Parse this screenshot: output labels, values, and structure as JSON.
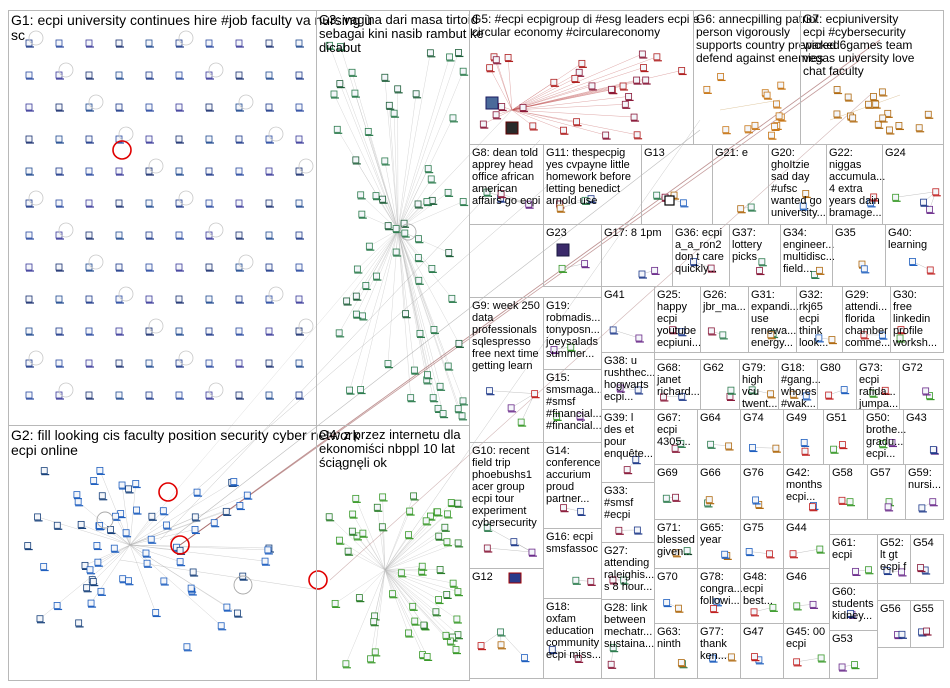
{
  "groups": [
    {
      "id": "G1",
      "lines": [
        "G1: ecpi university continues hire #job faculty va nursing ù",
        "sc"
      ]
    },
    {
      "id": "G2",
      "lines": [
        "G2: fill looking cis faculty position security cyber network",
        "ecpi online"
      ]
    },
    {
      "id": "G3",
      "lines": [
        "G3: vagina dari masa tirtoid",
        "sebagai kini nasib rambut ke",
        "dicabut"
      ]
    },
    {
      "id": "G4",
      "lines": [
        "G4: z przez internetu dla",
        "ekonomiści nbppl 10 lat",
        "ściągnęli ok"
      ]
    },
    {
      "id": "G5",
      "lines": [
        "G5: #ecpi ecpigroup di #esg leaders ecpi e",
        "circular economy #circulareconomy"
      ]
    },
    {
      "id": "G6",
      "lines": [
        "G6: annecpilling patriot",
        "person vigorously",
        "supports country prepared",
        "defend against enemies"
      ]
    },
    {
      "id": "G7",
      "lines": [
        "G7: ecpiuniversity",
        "ecpi #cybersecurity",
        "wicked6games team",
        "vegas university love",
        "chat faculty"
      ]
    },
    {
      "id": "G8",
      "lines": [
        "G8: dean told",
        "apprey head",
        "office african",
        "american",
        "affairs go ecpi"
      ]
    },
    {
      "id": "G11",
      "lines": [
        "G11: thespecpig",
        "yes cvpayne little",
        "homework before",
        "letting benedict",
        "arnold use"
      ]
    },
    {
      "id": "G13",
      "lines": [
        "G13"
      ]
    },
    {
      "id": "G21",
      "lines": [
        "G21: e"
      ]
    },
    {
      "id": "G20",
      "lines": [
        "G20:",
        "ghoItzie",
        "sad day",
        "#ufsc",
        "wanted go",
        "university..."
      ]
    },
    {
      "id": "G22",
      "lines": [
        "G22:",
        "niggas",
        "accumula...",
        "4 extra",
        "years dain",
        "bramage..."
      ]
    },
    {
      "id": "G24",
      "lines": [
        "G24"
      ]
    },
    {
      "id": "G23",
      "lines": [
        "G23"
      ]
    },
    {
      "id": "G17",
      "lines": [
        "G17: 8 1pm"
      ]
    },
    {
      "id": "G36",
      "lines": [
        "G36: ecpi",
        "a_a_ron2",
        "don t care",
        "quickly..."
      ]
    },
    {
      "id": "G37",
      "lines": [
        "G37:",
        "lottery",
        "picks"
      ]
    },
    {
      "id": "G34",
      "lines": [
        "G34:",
        "engineer...",
        "multidisc...",
        "field..."
      ]
    },
    {
      "id": "G35",
      "lines": [
        "G35"
      ]
    },
    {
      "id": "G40",
      "lines": [
        "G40:",
        "learning"
      ]
    },
    {
      "id": "G9",
      "lines": [
        "G9: week 250",
        "data",
        "professionals",
        "sqlespresso",
        "free next time",
        "getting learn"
      ]
    },
    {
      "id": "G19",
      "lines": [
        "G19:",
        "robmadis...",
        "tonyposn...",
        "joeysalads",
        "summer..."
      ]
    },
    {
      "id": "G41",
      "lines": [
        "G41"
      ]
    },
    {
      "id": "G25",
      "lines": [
        "G25:",
        "happy",
        "ecpi",
        "youtube",
        "ecpiuni..."
      ]
    },
    {
      "id": "G26",
      "lines": [
        "G26:",
        "jbr_ma..."
      ]
    },
    {
      "id": "G31",
      "lines": [
        "G31:",
        "expandi...",
        "use",
        "renewa...",
        "energy..."
      ]
    },
    {
      "id": "G32",
      "lines": [
        "G32:",
        "rkj65",
        "ecpi",
        "think",
        "look..."
      ]
    },
    {
      "id": "G29",
      "lines": [
        "G29:",
        "attendi...",
        "florida",
        "chamber",
        "comme..."
      ]
    },
    {
      "id": "G30",
      "lines": [
        "G30:",
        "free",
        "linkedin",
        "profile",
        "worksh..."
      ]
    },
    {
      "id": "G15",
      "lines": [
        "G15:",
        "smsmaga...",
        "#smsf",
        "#financial...",
        "#financial..."
      ]
    },
    {
      "id": "G38",
      "lines": [
        "G38: u",
        "rushthec...",
        "hogwarts",
        "ecpi..."
      ]
    },
    {
      "id": "G68",
      "lines": [
        "G68:",
        "janet",
        "richard..."
      ]
    },
    {
      "id": "G62",
      "lines": [
        "G62"
      ]
    },
    {
      "id": "G79",
      "lines": [
        "G79:",
        "high",
        "vcu",
        "twent..."
      ]
    },
    {
      "id": "G18g",
      "lines": [
        "G18:",
        "#gang...",
        "whores",
        "#wak..."
      ]
    },
    {
      "id": "G80",
      "lines": [
        "G80"
      ]
    },
    {
      "id": "G73",
      "lines": [
        "G73:",
        "ecpi",
        "rafida...",
        "jumpa..."
      ]
    },
    {
      "id": "G72",
      "lines": [
        "G72"
      ]
    },
    {
      "id": "G10",
      "lines": [
        "G10: recent",
        "field trip",
        "phoebushs1",
        "acer group",
        "ecpi tour",
        "experiment",
        "cybersecurity"
      ]
    },
    {
      "id": "G39",
      "lines": [
        "G39: l",
        "des et",
        "pour",
        "enquête..."
      ]
    },
    {
      "id": "G67",
      "lines": [
        "G67:",
        "ecpi",
        "4305..."
      ]
    },
    {
      "id": "G64",
      "lines": [
        "G64"
      ]
    },
    {
      "id": "G74",
      "lines": [
        "G74"
      ]
    },
    {
      "id": "G49",
      "lines": [
        "G49"
      ]
    },
    {
      "id": "G51",
      "lines": [
        "G51"
      ]
    },
    {
      "id": "G50",
      "lines": [
        "G50:",
        "brothe...",
        "gradu...",
        "ecpi..."
      ]
    },
    {
      "id": "G43",
      "lines": [
        "G43"
      ]
    },
    {
      "id": "G14",
      "lines": [
        "G14:",
        "conference",
        "accurium",
        "proud",
        "partner..."
      ]
    },
    {
      "id": "G69",
      "lines": [
        "G69"
      ]
    },
    {
      "id": "G66",
      "lines": [
        "G66"
      ]
    },
    {
      "id": "G76",
      "lines": [
        "G76"
      ]
    },
    {
      "id": "G42",
      "lines": [
        "G42:",
        "months",
        "ecpi..."
      ]
    },
    {
      "id": "G58",
      "lines": [
        "G58"
      ]
    },
    {
      "id": "G57",
      "lines": [
        "G57"
      ]
    },
    {
      "id": "G59",
      "lines": [
        "G59:",
        "nursi..."
      ]
    },
    {
      "id": "G33",
      "lines": [
        "G33:",
        "#smsf",
        "#ecpi"
      ]
    },
    {
      "id": "G16",
      "lines": [
        "G16: ecpi",
        "smsfassoc"
      ]
    },
    {
      "id": "G71",
      "lines": [
        "G71:",
        "blessed",
        "given..."
      ]
    },
    {
      "id": "G65",
      "lines": [
        "G65:",
        "year"
      ]
    },
    {
      "id": "G75",
      "lines": [
        "G75"
      ]
    },
    {
      "id": "G44",
      "lines": [
        "G44"
      ]
    },
    {
      "id": "G61",
      "lines": [
        "G61:",
        "ecpi"
      ]
    },
    {
      "id": "G52",
      "lines": [
        "G52:",
        "lt gt",
        "ecpi f"
      ]
    },
    {
      "id": "G54",
      "lines": [
        "G54"
      ]
    },
    {
      "id": "G27",
      "lines": [
        "G27:",
        "attending",
        "raleighis...",
        "s 8 hour..."
      ]
    },
    {
      "id": "G12",
      "lines": [
        "G12"
      ]
    },
    {
      "id": "G70",
      "lines": [
        "G70"
      ]
    },
    {
      "id": "G78",
      "lines": [
        "G78:",
        "congra...",
        "followi..."
      ]
    },
    {
      "id": "G48",
      "lines": [
        "G48:",
        "ecpi",
        "best..."
      ]
    },
    {
      "id": "G46",
      "lines": [
        "G46"
      ]
    },
    {
      "id": "G60",
      "lines": [
        "G60:",
        "students",
        "kidney..."
      ]
    },
    {
      "id": "G18",
      "lines": [
        "G18:",
        "oxfam",
        "education",
        "community",
        "ecpi miss..."
      ]
    },
    {
      "id": "G28",
      "lines": [
        "G28: link",
        "between",
        "mechatr...",
        "sustaina..."
      ]
    },
    {
      "id": "G63",
      "lines": [
        "G63:",
        "ninth"
      ]
    },
    {
      "id": "G77",
      "lines": [
        "G77:",
        "thank",
        "ken..."
      ]
    },
    {
      "id": "G47",
      "lines": [
        "G47"
      ]
    },
    {
      "id": "G45",
      "lines": [
        "G45: 00",
        "ecpi"
      ]
    },
    {
      "id": "G53",
      "lines": [
        "G53"
      ]
    },
    {
      "id": "G56",
      "lines": [
        "G56"
      ]
    },
    {
      "id": "G55",
      "lines": [
        "G55"
      ]
    }
  ],
  "colors": {
    "border": "#b8b8b8",
    "edge": "#9a9a9a",
    "edge_strong": "#8b3a3a",
    "self_loop": "#e00000",
    "node_g1": "#1f3a8a",
    "node_g2": "#1f5fbf",
    "node_g3": "#2e7d4f",
    "node_g4": "#3a9a2a",
    "node_g5": "#b02020",
    "node_g6": "#c8781a",
    "node_g7": "#b06a10",
    "node_small": "#6a2a8a",
    "node_red": "#c02020"
  }
}
